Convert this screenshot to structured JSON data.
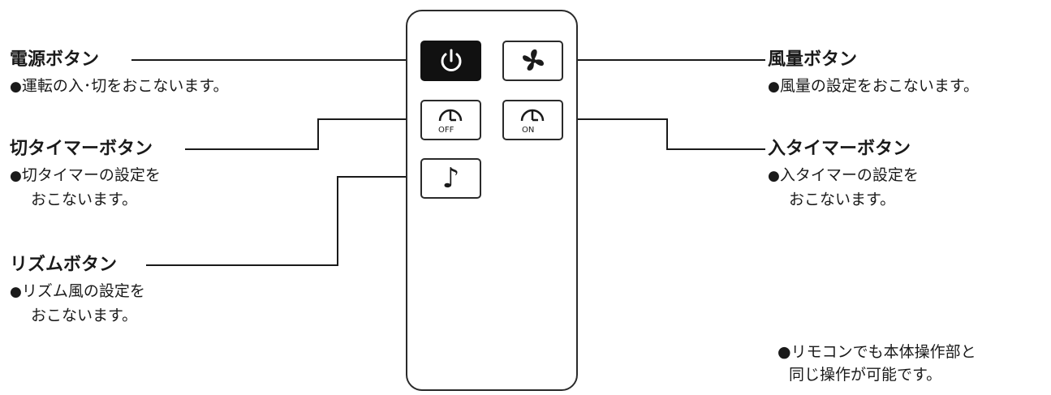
{
  "left": {
    "power": {
      "title": "電源ボタン",
      "bullet": "●",
      "desc": [
        "運転の入･切をおこないます。"
      ]
    },
    "off_timer": {
      "title": "切タイマーボタン",
      "bullet": "●",
      "desc": [
        "切タイマーの設定を",
        "おこないます。"
      ]
    },
    "rhythm": {
      "title": "リズムボタン",
      "bullet": "●",
      "desc": [
        "リズム風の設定を",
        "おこないます。"
      ]
    }
  },
  "right": {
    "fan_speed": {
      "title": "風量ボタン",
      "bullet": "●",
      "desc": [
        "風量の設定をおこないます。"
      ]
    },
    "on_timer": {
      "title": "入タイマーボタン",
      "bullet": "●",
      "desc": [
        "入タイマーの設定を",
        "おこないます。"
      ]
    }
  },
  "remote": {
    "buttons": [
      {
        "id": "power",
        "icon": "power-icon"
      },
      {
        "id": "fan",
        "icon": "fan-icon"
      },
      {
        "id": "off-timer",
        "icon": "off-timer-icon",
        "label": "OFF"
      },
      {
        "id": "on-timer",
        "icon": "on-timer-icon",
        "label": "ON"
      },
      {
        "id": "rhythm",
        "icon": "music-note-icon",
        "glyph": "♪"
      }
    ]
  },
  "note": {
    "bullet": "●",
    "lines": [
      "リモコンでも本体操作部と",
      "同じ操作が可能です。"
    ]
  },
  "colors": {
    "ink": "#1a1a1a",
    "power_button": "#111111"
  }
}
